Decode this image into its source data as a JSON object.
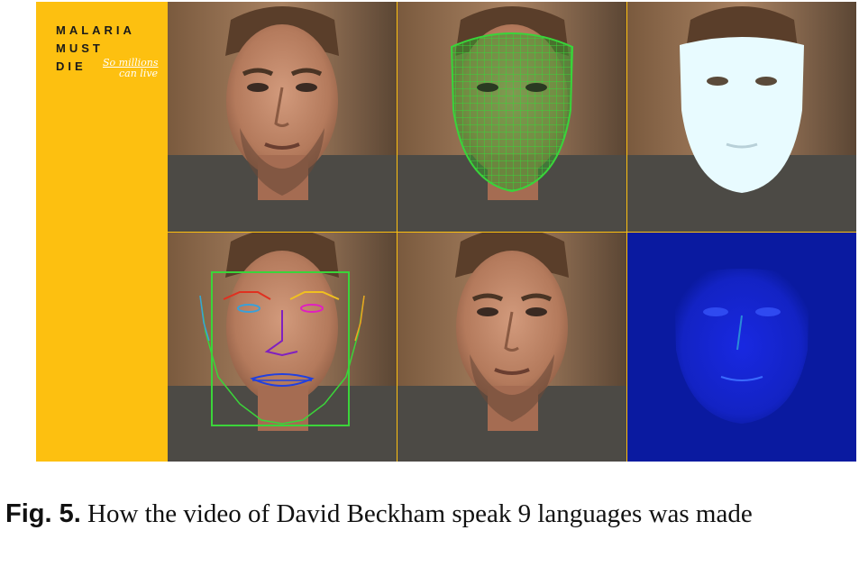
{
  "logo": {
    "line1": "MALARIA",
    "line2": "MUST",
    "line3": "DIE",
    "script_line1": "So millions",
    "script_line2": "can live"
  },
  "caption": {
    "label": "Fig. 5.",
    "text": "How the video of David Beckham speak 9 languages was made"
  },
  "panels": [
    {
      "id": "original-frame"
    },
    {
      "id": "3d-mesh-overlay"
    },
    {
      "id": "rendered-face-mask"
    },
    {
      "id": "facial-landmarks"
    },
    {
      "id": "synthesized-frame"
    },
    {
      "id": "difference-map"
    }
  ],
  "colors": {
    "background_yellow": "#fdc010",
    "mesh_green": "#39d43a",
    "mask_white": "#e8fbff",
    "diff_blue": "#0a1aa0",
    "bbox_green": "#3bd43a"
  }
}
